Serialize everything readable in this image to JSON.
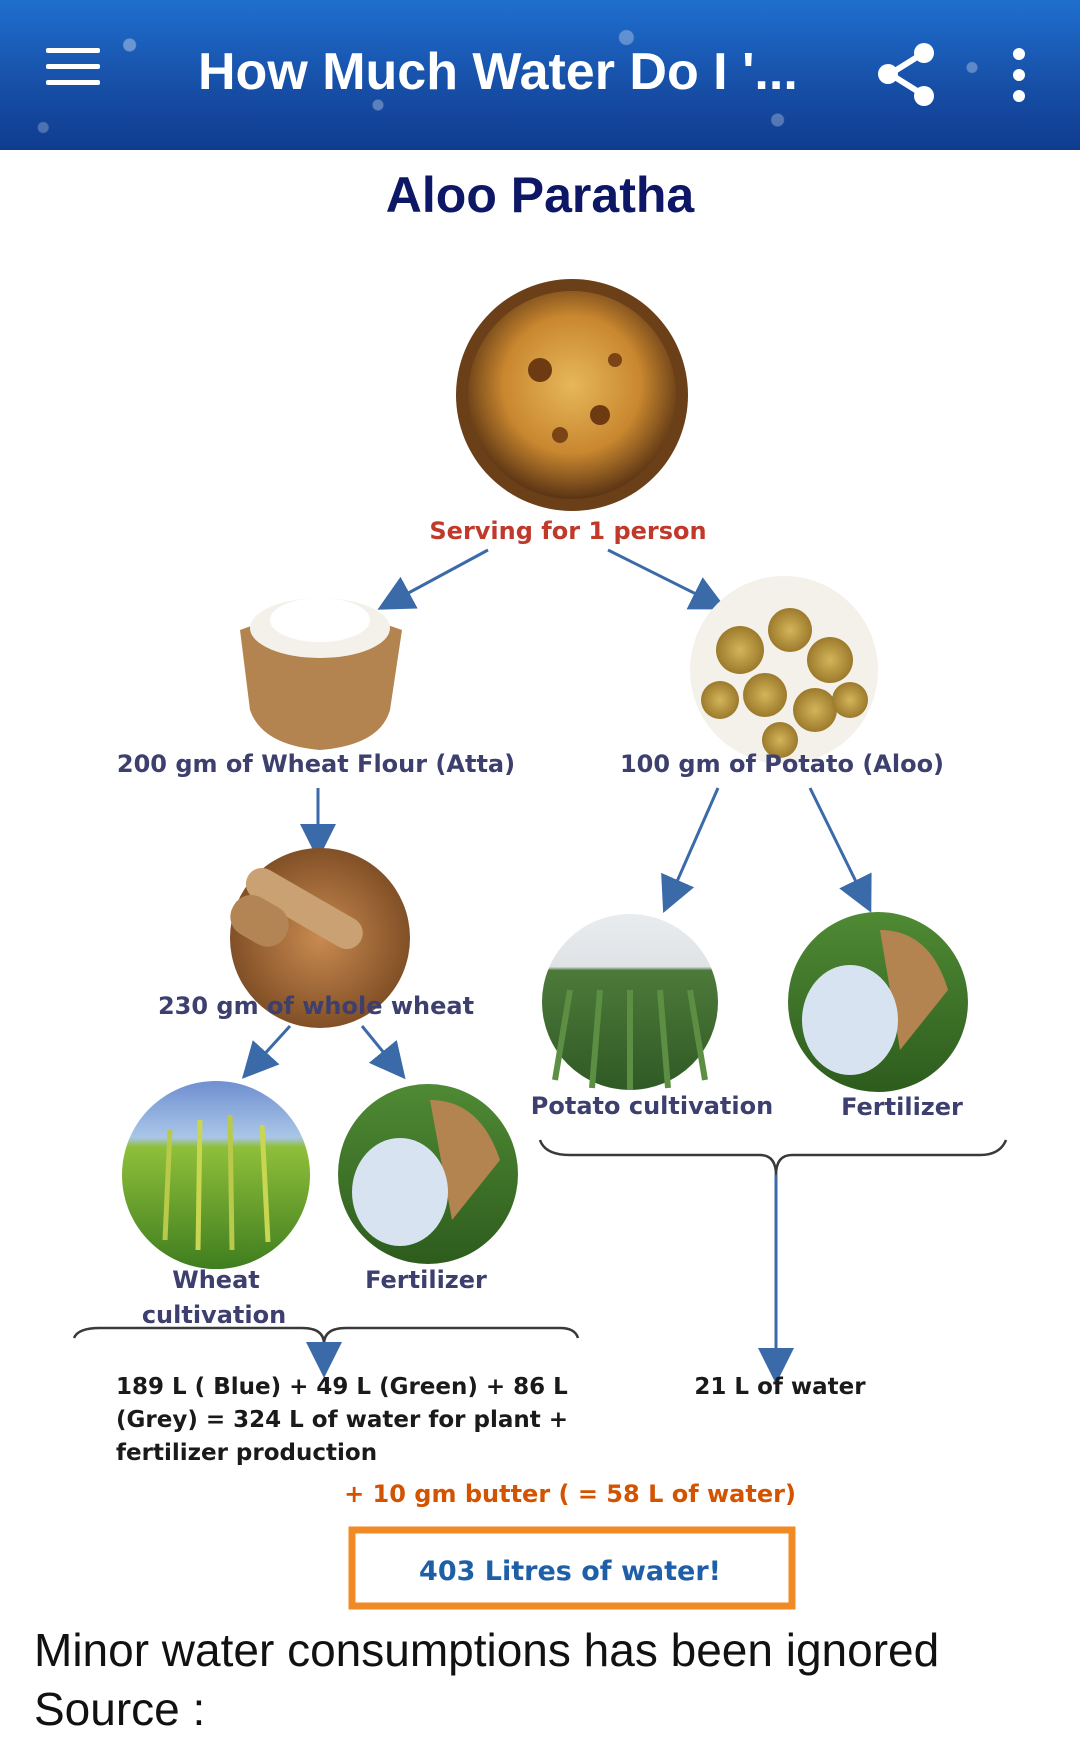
{
  "app_bar": {
    "title": "How Much Water Do I '...",
    "icons": {
      "menu": "hamburger-menu-icon",
      "share": "share-icon",
      "more": "more-vertical-icon"
    }
  },
  "page_title": "Aloo Paratha",
  "infographic": {
    "serving": "Serving for 1 person",
    "wheat_flour": "200 gm of Wheat Flour (Atta)",
    "potato": "100 gm of Potato (Aloo)",
    "whole_wheat": "230 gm of whole wheat",
    "wheat_cultivation_line1": "Wheat",
    "wheat_cultivation_line2": "cultivation",
    "fertilizer_left": "Fertilizer",
    "potato_cultivation": "Potato cultivation",
    "fertilizer_right": "Fertilizer",
    "wheat_water_line1": "189 L ( Blue) + 49 L (Green) + 86 L",
    "wheat_water_line2": "(Grey)  = 324 L of water for plant +",
    "wheat_water_line3": "fertilizer production",
    "potato_water": "21 L of water",
    "butter": "+ 10 gm butter ( = 58 L of water)",
    "total": "403 Litres of water!",
    "colors": {
      "serving": "#c0392b",
      "label": "#3d3f6e",
      "butter": "#d35400",
      "total_border": "#f08a24",
      "total_text": "#1e5fa8",
      "arrow": "#3b6aa8"
    }
  },
  "footer": {
    "note": "Minor water consumptions has been ignored",
    "source_label": "Source :"
  }
}
